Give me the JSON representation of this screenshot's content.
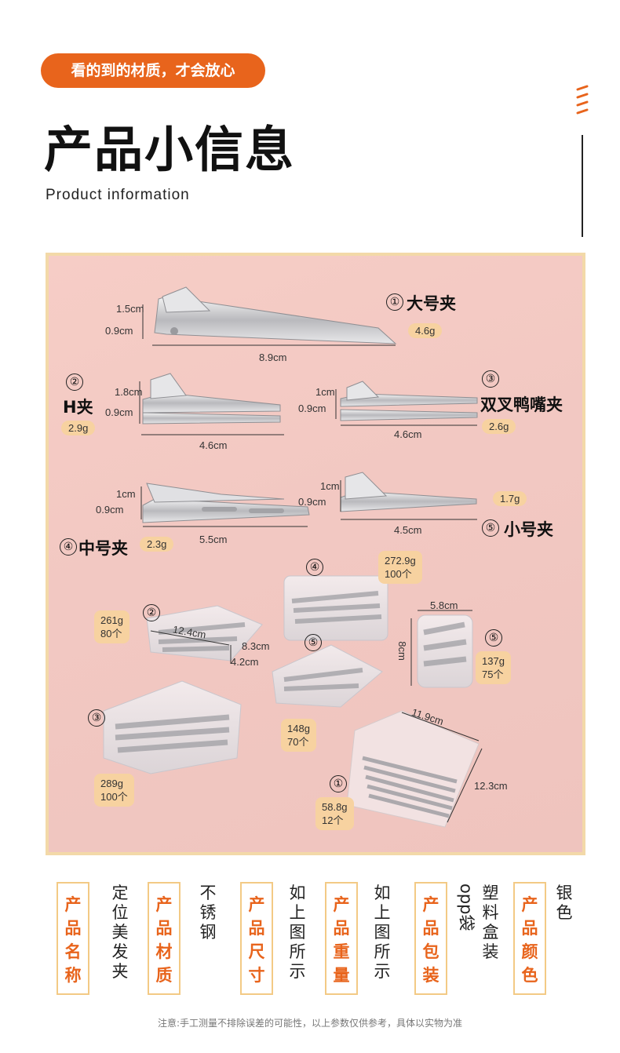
{
  "header": {
    "pill_text": "看的到的材质，才会放心",
    "title": "产品小信息",
    "subtitle": "Product information"
  },
  "colors": {
    "accent": "#e8641c",
    "tag_border": "#f3ca85",
    "weight_badge": "#f7d2a0",
    "photo_bg": "#f2c8c2"
  },
  "clips": [
    {
      "num": "①",
      "name": "大号夹",
      "weight": "4.6g",
      "height": "1.5cm",
      "thickness": "0.9cm",
      "length": "8.9cm"
    },
    {
      "num": "②",
      "name": "H夹",
      "weight": "2.9g",
      "height": "1.8cm",
      "thickness": "0.9cm",
      "length": "4.6cm"
    },
    {
      "num": "③",
      "name": "双叉鸭嘴夹",
      "weight": "2.6g",
      "height": "1cm",
      "thickness": "0.9cm",
      "length": "4.6cm"
    },
    {
      "num": "④",
      "name": "中号夹",
      "weight": "2.3g",
      "height": "1cm",
      "thickness": "0.9cm",
      "length": "5.5cm"
    },
    {
      "num": "⑤",
      "name": "小号夹",
      "weight": "1.7g",
      "height": "1cm",
      "thickness": "0.9cm",
      "length": "4.5cm"
    }
  ],
  "boxes": [
    {
      "num": "④",
      "weight": "272.9g",
      "count": "100个"
    },
    {
      "num": "②",
      "weight": "261g",
      "count": "80个",
      "length": "12.4cm",
      "width": "8.3cm",
      "height": "4.2cm"
    },
    {
      "num": "⑤",
      "weight": "137g",
      "count": "75个",
      "diameter": "5.8cm",
      "height": "8cm"
    },
    {
      "num": "⑤",
      "weight": "148g",
      "count": "70个"
    },
    {
      "num": "③",
      "weight": "289g",
      "count": "100个"
    },
    {
      "num": "①",
      "weight": "58.8g",
      "count": "12个",
      "length": "11.9cm",
      "width": "12.3cm"
    }
  ],
  "specs": [
    {
      "label": "产品名称",
      "value": "定位美发夹"
    },
    {
      "label": "产品材质",
      "value": "不锈钢"
    },
    {
      "label": "产品尺寸",
      "value": "如上图所示"
    },
    {
      "label": "产品重量",
      "value": "如上图所示"
    },
    {
      "label": "产品包装",
      "value": "塑料盒装",
      "value2": "opp袋"
    },
    {
      "label": "产品颜色",
      "value": "银色"
    }
  ],
  "note": "注意:手工测量不排除误差的可能性，以上参数仅供参考，具体以实物为准"
}
